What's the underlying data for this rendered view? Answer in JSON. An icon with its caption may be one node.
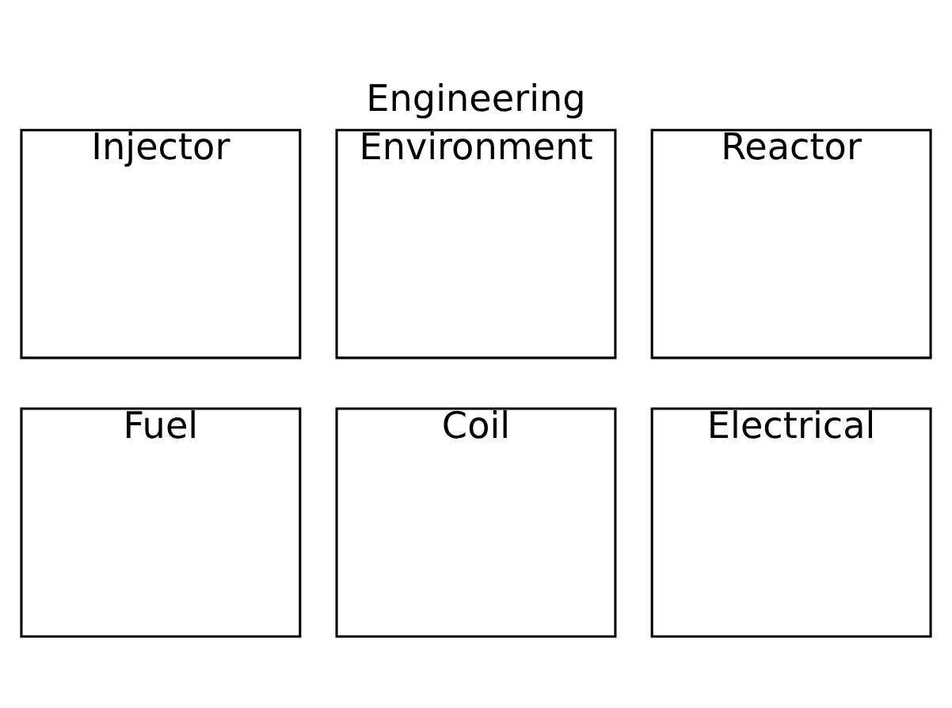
{
  "diagram": {
    "title": "Engineering",
    "nodes": [
      {
        "text": [
          "Injector"
        ]
      },
      {
        "text": [
          "Environment"
        ]
      },
      {
        "text": [
          "Reactor"
        ]
      },
      {
        "text": [
          "Fuel"
        ]
      },
      {
        "text": [
          "Coil"
        ]
      },
      {
        "text": [
          "Electrical"
        ]
      }
    ]
  }
}
